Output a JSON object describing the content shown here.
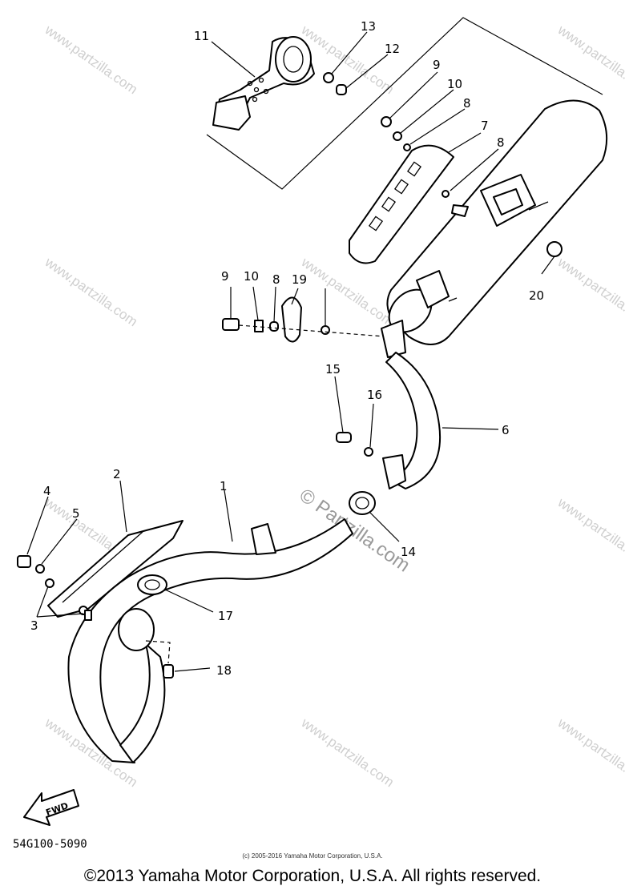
{
  "watermark": {
    "text": "www.partzilla.com",
    "center_text": "© Partzilla.com"
  },
  "callouts": [
    "1",
    "2",
    "3",
    "4",
    "5",
    "6",
    "7",
    "8",
    "8",
    "8",
    "9",
    "9",
    "10",
    "10",
    "11",
    "12",
    "13",
    "14",
    "15",
    "16",
    "17",
    "18",
    "19",
    "20"
  ],
  "fwd_label": "FWD",
  "diagram_code": "54G100-5090",
  "fine_print": "(c) 2005-2016 Yamaha Motor Corporation, U.S.A.",
  "copyright": "©2013 Yamaha Motor Corporation, U.S.A. All rights reserved."
}
